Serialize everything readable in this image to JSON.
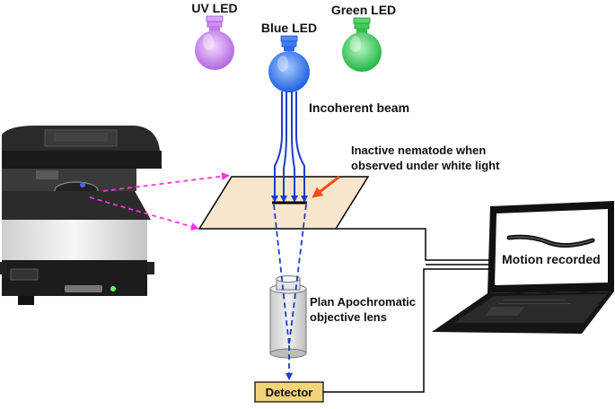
{
  "labels": {
    "uv_led": "UV LED",
    "blue_led": "Blue LED",
    "green_led": "Green LED",
    "incoherent_beam": "Incoherent beam",
    "nematode_line1": "Inactive nematode when",
    "nematode_line2": "observed under white light",
    "motion_recorded": "Motion recorded",
    "lens_line1": "Plan Apochromatic",
    "lens_line2": "objective lens",
    "detector": "Detector"
  },
  "colors": {
    "uv_led": "#c57ee8",
    "blue_led": "#2a6fe6",
    "green_led": "#2fbf4f",
    "beam": "#1e3cc8",
    "pointer_arrow": "#ff4a1a",
    "link_arrow": "#ff33e0",
    "stage_plate": "#f7e6cc",
    "detector_fill": "#f4d47a",
    "wire": "#000000"
  },
  "icons": {
    "bulb": "lightbulb-icon",
    "laptop": "laptop-icon",
    "worm": "nematode-icon",
    "microscope": "microscope-instrument-icon"
  }
}
